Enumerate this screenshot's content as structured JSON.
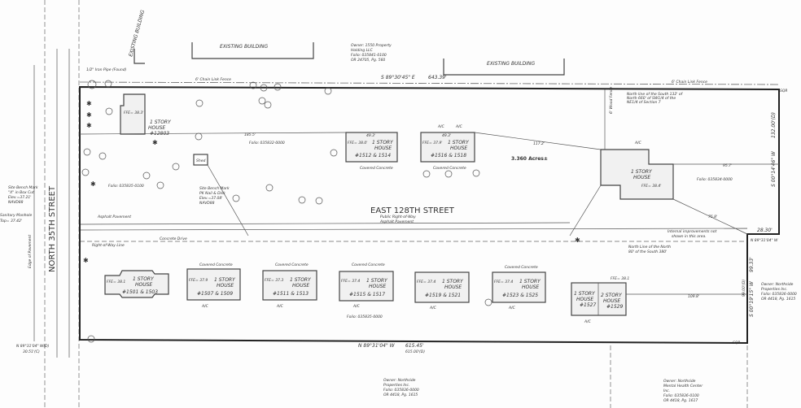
{
  "title": "",
  "existing_building_label": "EXISTING BUILDING",
  "existing_building_side": "EXISTING BUILDING",
  "owners": {
    "north": [
      "Owner: 1550 Property",
      "Holding LLC",
      "Folio: 035841-0100",
      "OR 24705, Pg. 560"
    ],
    "south_middle": [
      "Owner: Northside",
      "Properties Inc.",
      "Folio: 035836-0000",
      "OR 4418, Pg. 1615"
    ],
    "south_right": [
      "Owner: Northside",
      "Mental Health Center",
      "Inc.",
      "Folio: 035836-0100",
      "OR 4418, Pg. 1617"
    ],
    "east": [
      "Owner: Northside",
      "Properties Inc.",
      "Folio: 035836-0000",
      "OR 4418, Pg. 1615"
    ]
  },
  "bearings": {
    "north_line": "S 89°30'45\" E",
    "north_dist": "643.39'",
    "south_line": "N 89°31'04\" W",
    "south_dist": "615.45'",
    "south_deed": "615.00'(D)",
    "east_upper": "S 00°14'46\" W",
    "east_upper_deed": "132.00'(D)",
    "east_lower": "S 00°19'15\" W",
    "east_lower_dist": "99.33'",
    "east_lower_deed": "99.00'(D)",
    "jog_dist": "28.30'",
    "jog_bearing": "N 89°31'04\" W",
    "west_line": "N 89°31'04\" W(D)",
    "west_dist": "30.51'(C)"
  },
  "area": "3.360 Acres±",
  "folios": {
    "north_center": "Folio: 035832-0000",
    "northwest": "Folio: 035835-0100",
    "east": "Folio: 035834-0000",
    "south": "Folio: 035835-0000"
  },
  "streets": {
    "east": [
      "EAST 128TH STREET",
      "Public Right-of-Way",
      "Asphalt Pavement"
    ],
    "north": "NORTH 35TH STREET",
    "row_line": "Right-of-Way Line",
    "edge_pavement": "Edge of Pavement",
    "asphalt": "Asphalt Pavement"
  },
  "notes": {
    "iron_pipe": "1/2\" Iron Pipe (Found)",
    "chain_fence_north": "6' Chain Link Fence",
    "north_line_note": [
      "North line of the South 132' of",
      "North 660' of SW1/4 of the",
      "NE1/4 of Section 7"
    ],
    "south_line_note": [
      "North Line of the North",
      "80' of the South 380'"
    ],
    "internal_note": [
      "Internal improvements not",
      "shown in this area."
    ],
    "bench_west": [
      "Site Bench Mark",
      "\"X\" in Box Cut",
      "Elev.=37.21'",
      "NAVD88"
    ],
    "bench_center": [
      "Site Bench Mark",
      "PK Nail & Disk",
      "Elev.=37.08'",
      "NAVD88"
    ],
    "sanitary": [
      "Sanitary Manhole",
      "Top= 37.42'"
    ],
    "wood_fence": "6' Wood Fence",
    "shed": "Shed",
    "concrete_drive": "Concrete Drive",
    "covered_concrete": "Covered Concrete",
    "sqr": "SQR"
  },
  "houses": [
    {
      "label": [
        "1 STORY",
        "HOUSE",
        "#12803"
      ],
      "ffe": "FFE= 38.3'"
    },
    {
      "label": [
        "1 STORY",
        "HOUSE",
        "#1512 & 1514"
      ],
      "ffe": "FFE= 38.0'"
    },
    {
      "label": [
        "1 STORY",
        "HOUSE",
        "#1516 & 1518"
      ],
      "ffe": "FFE= 37.9'"
    },
    {
      "label": [
        "1 STORY",
        "HOUSE"
      ],
      "ffe": "FFE= 38.4'"
    },
    {
      "label": [
        "1 STORY",
        "HOUSE",
        "#1501 & 1503"
      ],
      "ffe": "FFE= 38.1"
    },
    {
      "label": [
        "1 STORY",
        "HOUSE",
        "#1507 & 1509"
      ],
      "ffe": "FFE= 37.9"
    },
    {
      "label": [
        "1 STORY",
        "HOUSE",
        "#1511 & 1513"
      ],
      "ffe": "FFE= 37.3"
    },
    {
      "label": [
        "1 STORY",
        "HOUSE",
        "#1515 & 1517"
      ],
      "ffe": "FFE= 37.4"
    },
    {
      "label": [
        "1 STORY",
        "HOUSE",
        "#1519 & 1521"
      ],
      "ffe": "FFE= 37.4"
    },
    {
      "label": [
        "1 STORY",
        "HOUSE",
        "#1523 & 1525"
      ],
      "ffe": "FFE= 37.4"
    },
    {
      "label": [
        "1 STORY",
        "HOUSE",
        "#1527"
      ],
      "ffe": ""
    },
    {
      "label": [
        "2 STORY",
        "HOUSE",
        "#1529"
      ],
      "ffe": "FFE= 38.1"
    }
  ],
  "dims": {
    "house_width": "49.3'",
    "ac": "A/C",
    "d1": "117.2'",
    "d2": "95.7'",
    "d3": "109.8'",
    "d4": "185.5'",
    "d5": "75.8'"
  }
}
